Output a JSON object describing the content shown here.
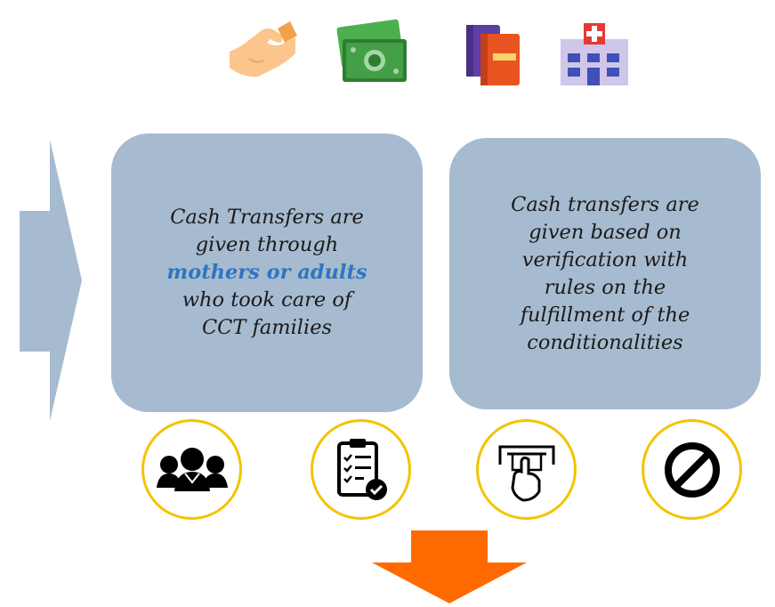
{
  "top_icons": [
    "handshake-icon",
    "money-icon",
    "books-icon",
    "hospital-icon"
  ],
  "cards": {
    "left": {
      "line1": "Cash Transfers are",
      "line2": "given through",
      "highlight": "mothers or adults",
      "line3": "who took care of",
      "line4": "CCT families"
    },
    "right": {
      "line1": "Cash transfers are",
      "line2": "given based on",
      "line3": "verification with",
      "line4": "rules on the",
      "line5": "fulfillment of the",
      "line6": "conditionalities"
    }
  },
  "bottom_icons": [
    "family-icon",
    "checklist-icon",
    "atm-withdrawal-icon",
    "prohibited-icon"
  ],
  "colors": {
    "card": "#a6bbcf",
    "left_arrow": "#a6bbcf",
    "highlight": "#2e75c2",
    "circle_border": "#f4c300",
    "down_arrow": "#ff6a00"
  }
}
